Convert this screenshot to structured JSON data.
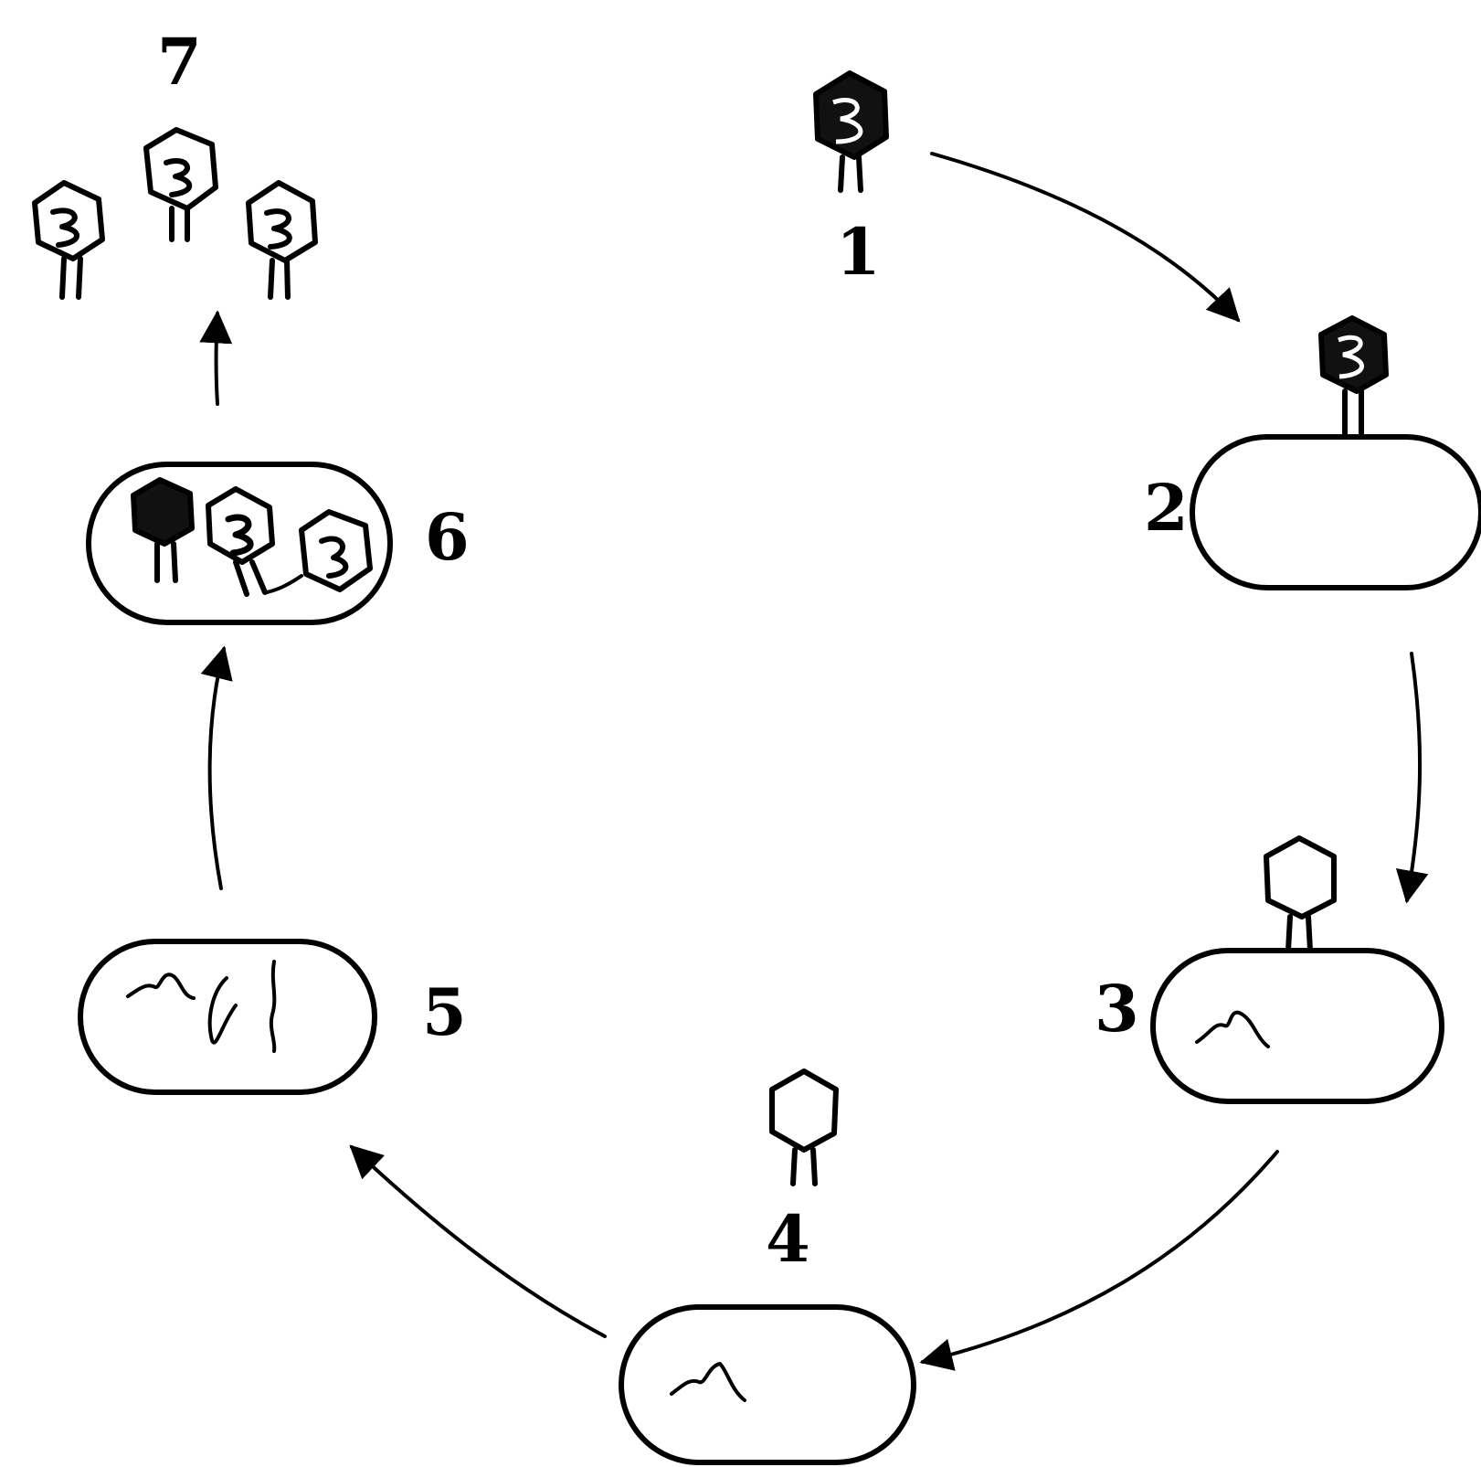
{
  "diagram": {
    "type": "phage-lifecycle",
    "labels": {
      "stage1": "1",
      "stage2": "2",
      "stage3": "3",
      "stage4": "4",
      "stage5": "5",
      "stage6": "6",
      "stage7": "7"
    }
  }
}
